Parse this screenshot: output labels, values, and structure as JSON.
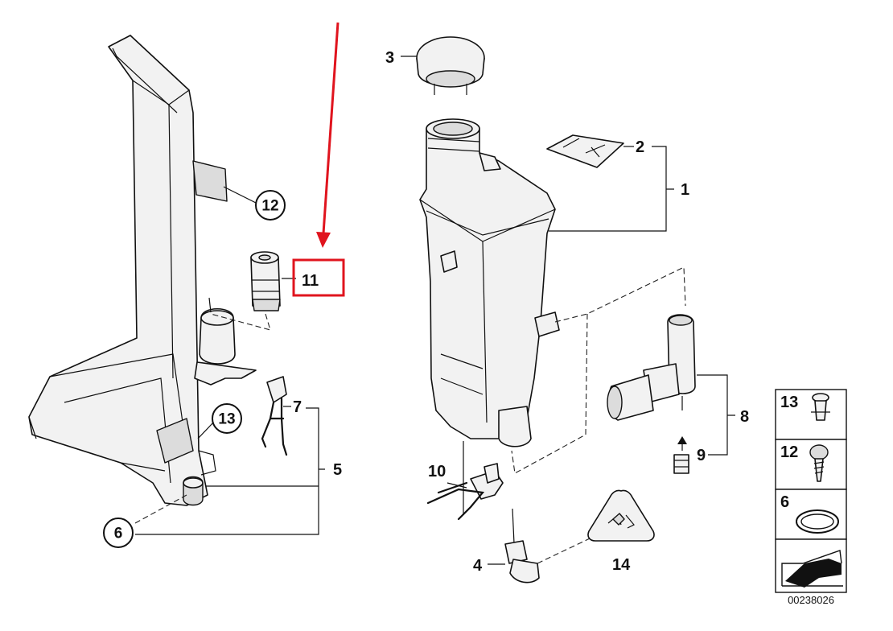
{
  "callouts": {
    "c1": "1",
    "c2": "2",
    "c3": "3",
    "c4": "4",
    "c5": "5",
    "c6": "6",
    "c7": "7",
    "c8": "8",
    "c9": "9",
    "c10": "10",
    "c11": "11",
    "c12": "12",
    "c13": "13",
    "c14": "14"
  },
  "legend": {
    "row13": "13",
    "row12": "12",
    "row6": "6"
  },
  "document_number": "00238026",
  "colors": {
    "highlight": "#e0141e",
    "ink": "#111111",
    "part_fill": "#f2f2f2"
  }
}
